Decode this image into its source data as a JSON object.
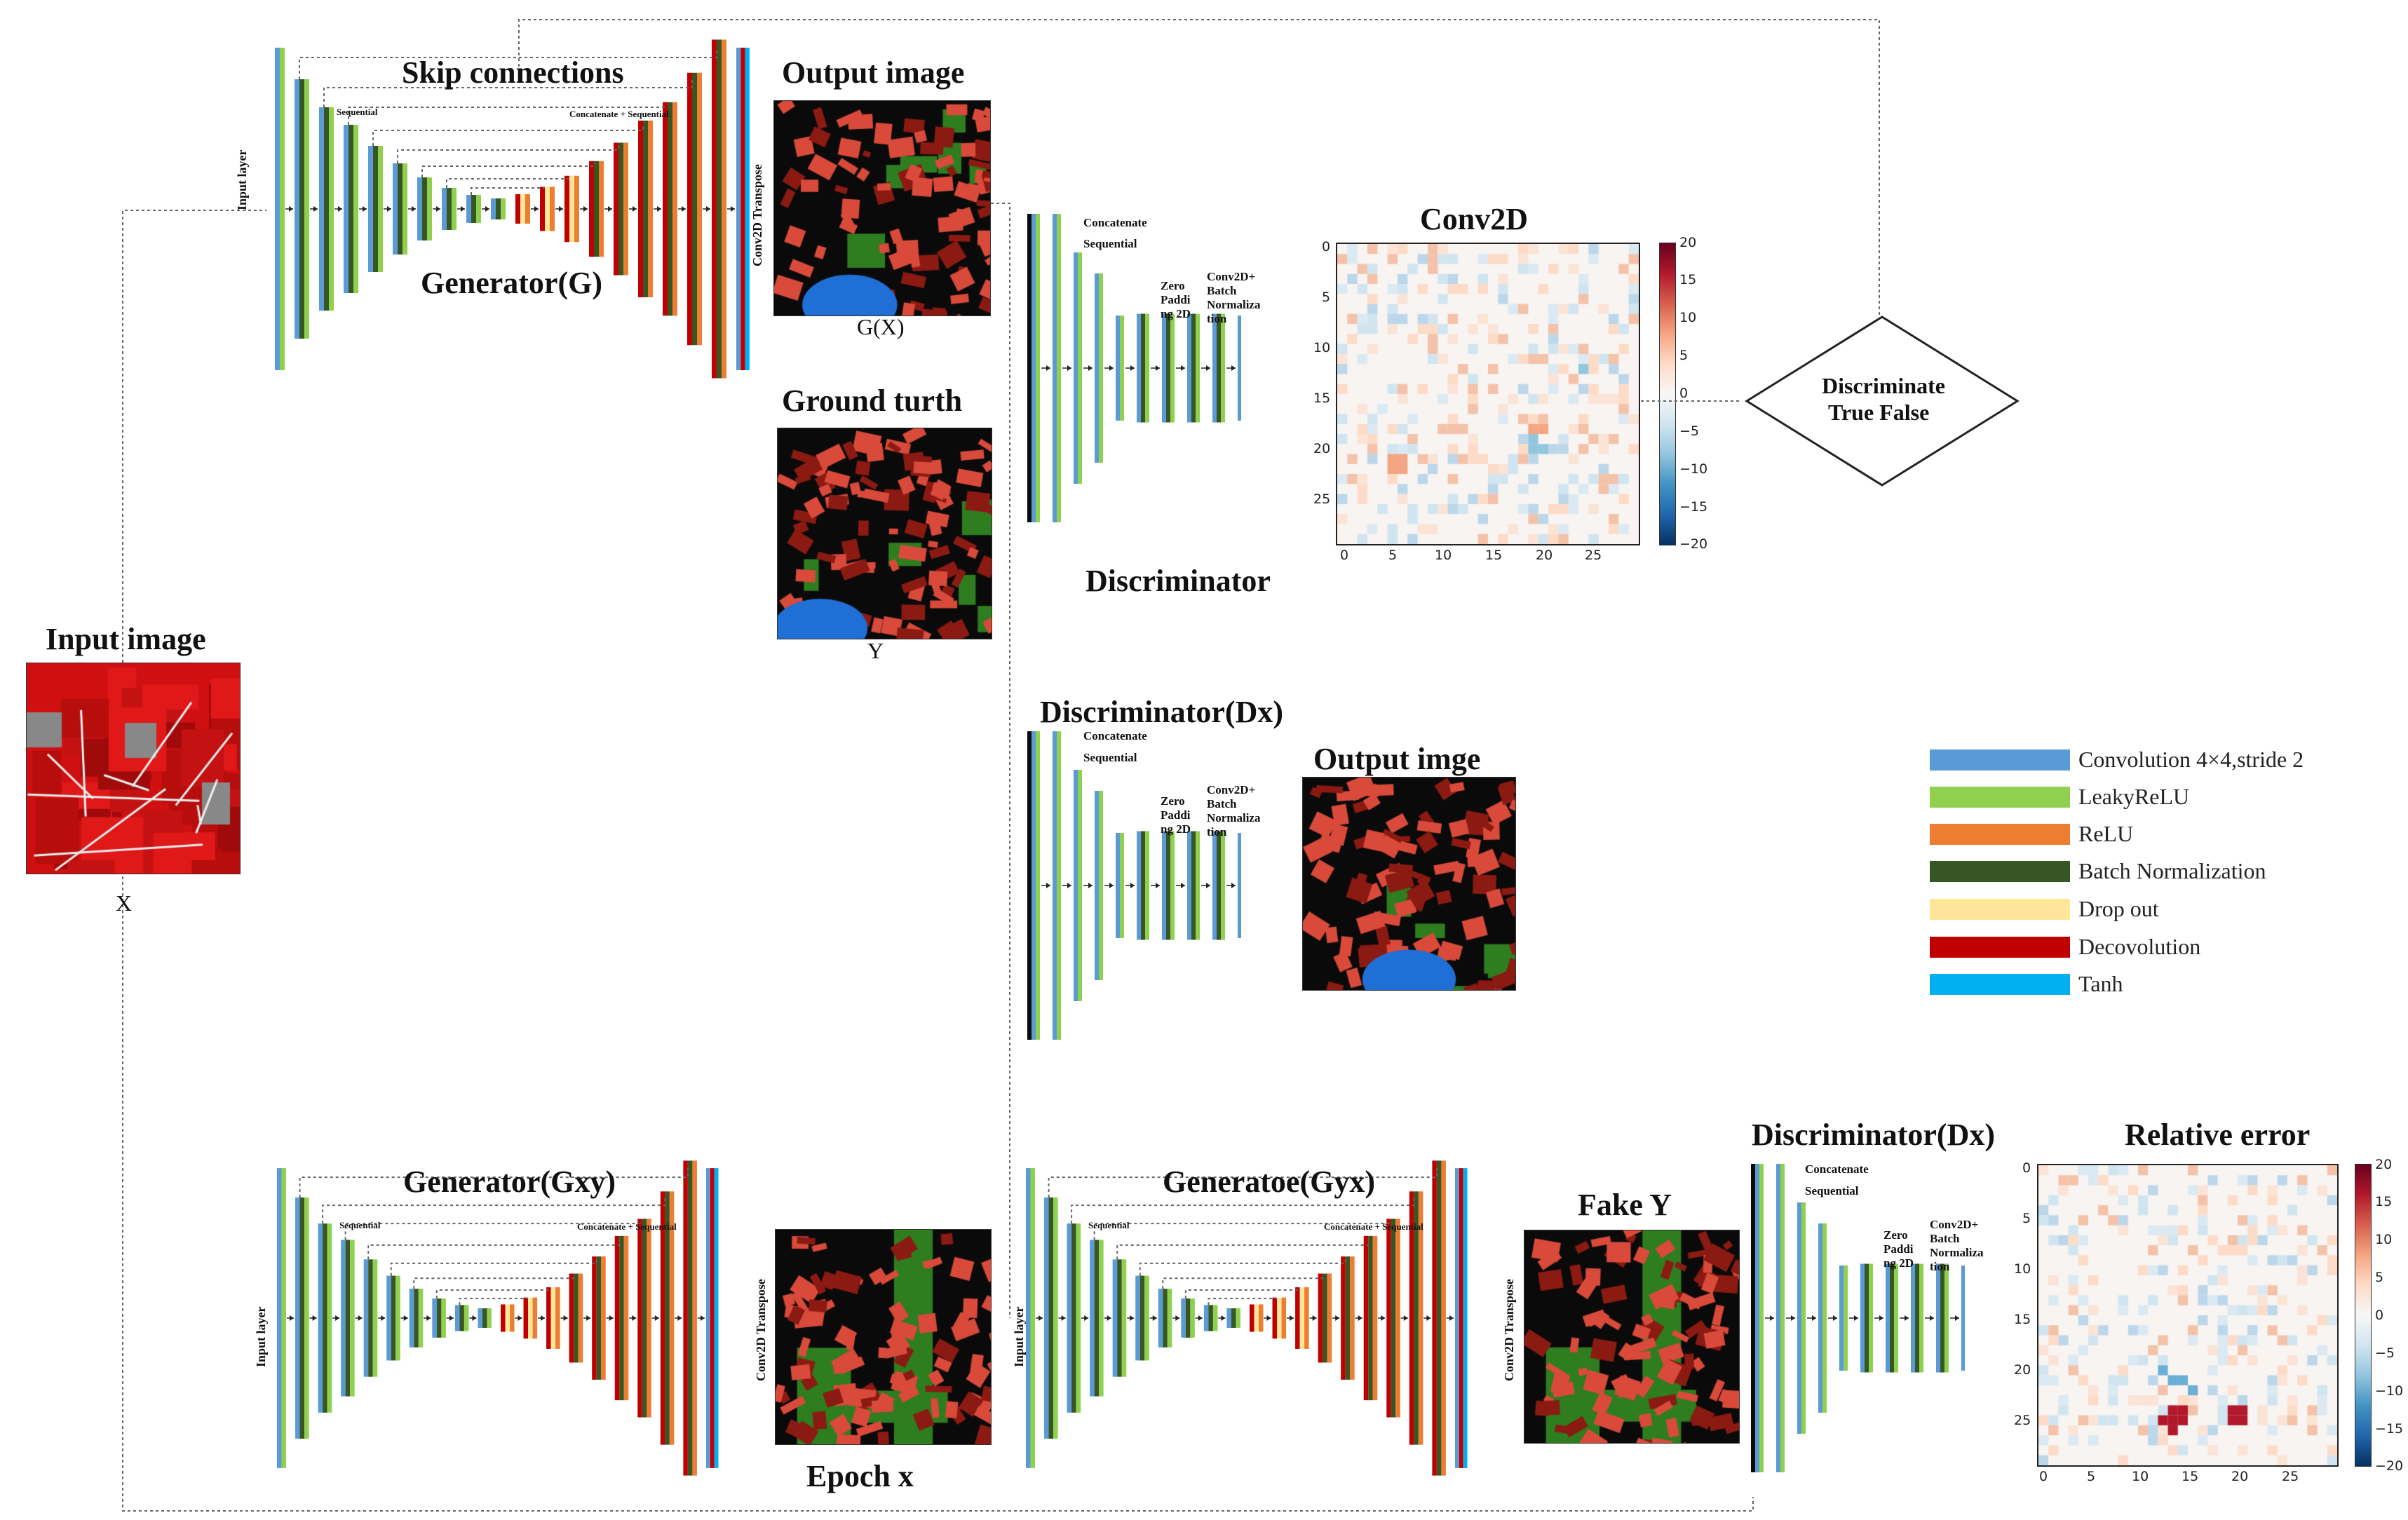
{
  "titles": {
    "skip_connections": "Skip connections",
    "output_image": "Output image",
    "generator_g": "Generator(G)",
    "gx_caption": "G(X)",
    "ground_truth": "Ground turth",
    "y_caption": "Y",
    "discriminator": "Discriminator",
    "conv2d": "Conv2D",
    "discriminate": [
      "Discriminate",
      "True False"
    ],
    "input_image": "Input image",
    "x_caption": "X",
    "discriminator_dx_mid": "Discriminator(Dx)",
    "output_imge": "Output imge",
    "generator_gxy": "Generator(Gxy)",
    "epoch_x": "Epoch x",
    "generatoe_gyx": "Generatoe(Gyx)",
    "fake_y": "Fake Y",
    "discriminator_dx_bottom": "Discriminator(Dx)",
    "relative_error": "Relative error"
  },
  "block_labels": {
    "input_layer": "Input layer",
    "conv2d_transpose": "Conv2D Transpose",
    "sequential": "Sequential",
    "concat_sequential": "Concatenate + Sequential",
    "concatenate": "Concatenate",
    "zero_padding": [
      "Zero",
      "Paddi",
      "ng 2D"
    ],
    "conv_bn": [
      "Conv2D+",
      "Batch",
      "Normaliza",
      "tion"
    ]
  },
  "legend": [
    {
      "label": "Convolution 4×4,stride 2",
      "color": "#5b9bd5"
    },
    {
      "label": "LeakyReLU",
      "color": "#8fd14f"
    },
    {
      "label": "ReLU",
      "color": "#ed7d31"
    },
    {
      "label": "Batch Normalization",
      "color": "#375623"
    },
    {
      "label": "Drop out",
      "color": "#ffe699"
    },
    {
      "label": "Decovolution",
      "color": "#c00000"
    },
    {
      "label": "Tanh",
      "color": "#00b0f0"
    }
  ],
  "heatmaps": {
    "conv2d": {
      "x_ticks": [
        "0",
        "5",
        "10",
        "15",
        "20",
        "25"
      ],
      "y_ticks": [
        "0",
        "5",
        "10",
        "15",
        "20",
        "25"
      ],
      "colorbar_ticks": [
        "20",
        "15",
        "10",
        "5",
        "0",
        "−5",
        "−10",
        "−15",
        "−20"
      ]
    },
    "relative_error": {
      "x_ticks": [
        "0",
        "5",
        "10",
        "15",
        "20",
        "25"
      ],
      "y_ticks": [
        "0",
        "5",
        "10",
        "15",
        "20",
        "25"
      ],
      "colorbar_ticks": [
        "20",
        "15",
        "10",
        "5",
        "0",
        "−5",
        "−10",
        "−15",
        "−20"
      ]
    }
  },
  "colors": {
    "conv": "#5b9bd5",
    "leaky": "#8fd14f",
    "relu": "#ed7d31",
    "bn": "#375623",
    "dropout": "#ffe699",
    "deconv": "#c00000",
    "tanh": "#00b0f0",
    "building": "#d94a3a",
    "building_dark": "#8b1a12",
    "water": "#1f6fd6",
    "vegetation": "#2e7d1e",
    "background": "#0a0a0a"
  }
}
